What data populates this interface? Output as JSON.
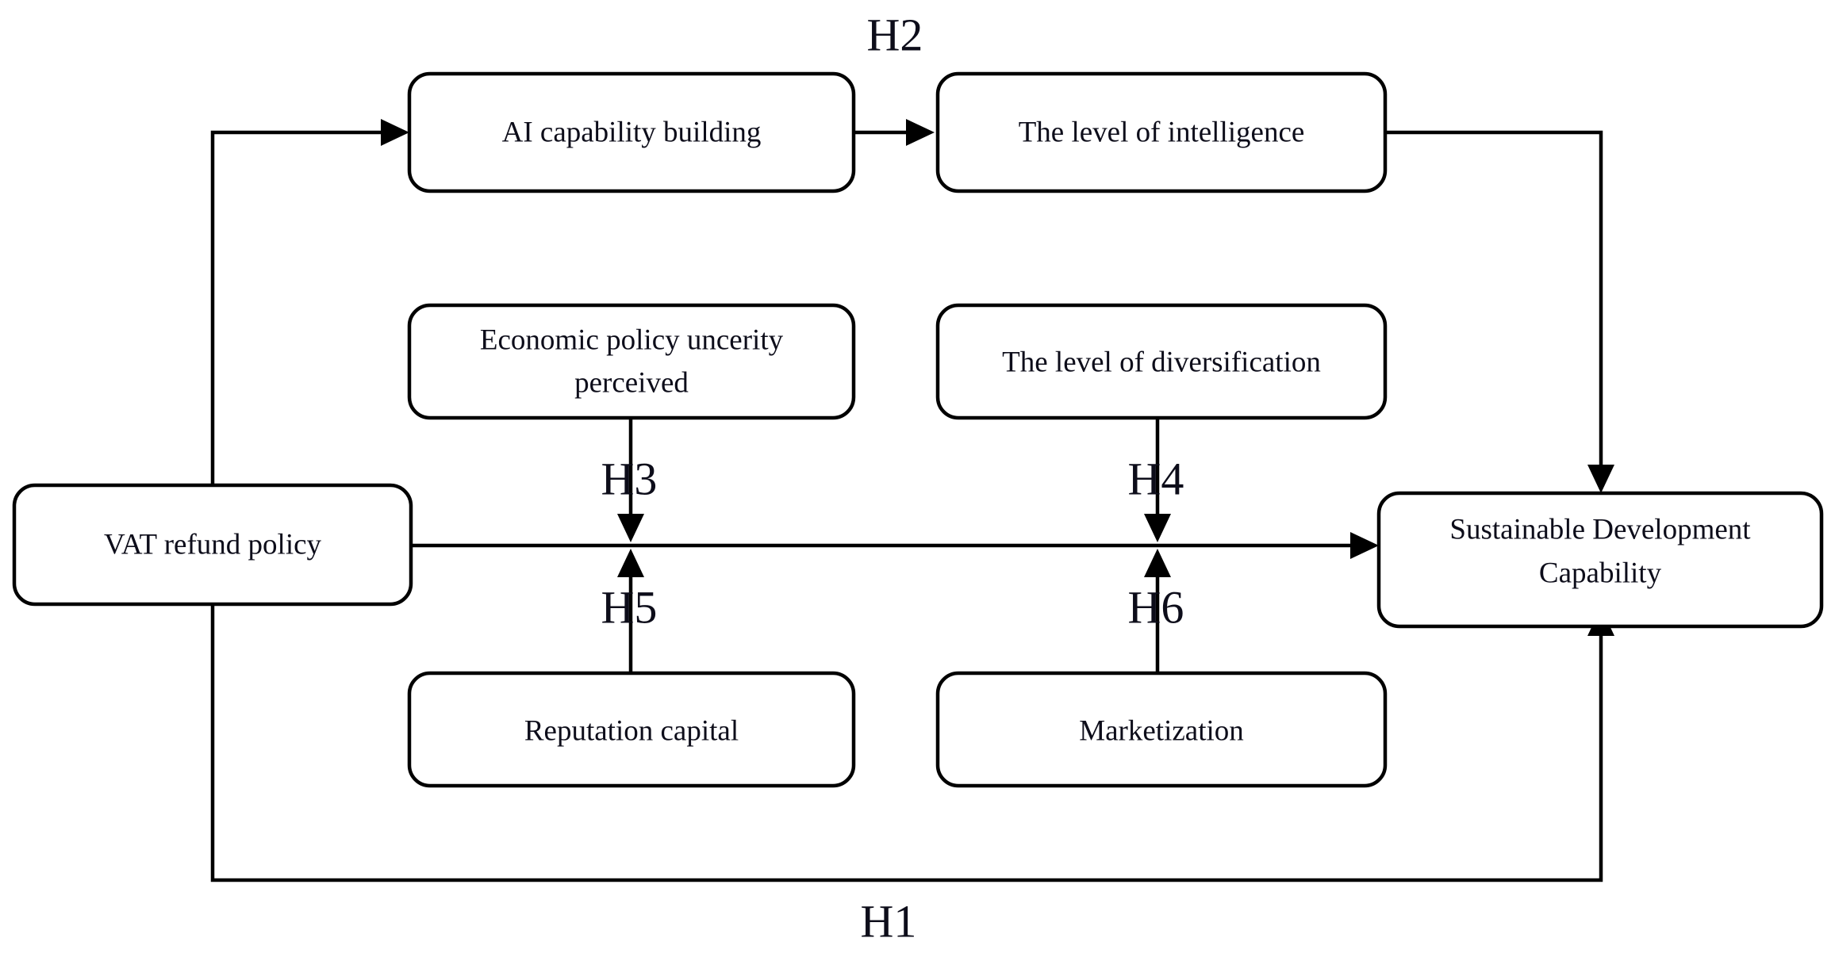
{
  "diagram": {
    "type": "conceptual-research-model",
    "background_color": "#ffffff",
    "line_color": "#000000",
    "text_color": "#0d0d1a",
    "nodes": {
      "ai_capability": {
        "label": "AI capability building"
      },
      "intelligence": {
        "label": "The level of intelligence"
      },
      "epu": {
        "label_line1": "Economic policy uncerity",
        "label_line2": "perceived"
      },
      "diversification": {
        "label": "The level of diversification"
      },
      "vat": {
        "label": "VAT refund policy"
      },
      "sdc": {
        "label_line1": "Sustainable Development",
        "label_line2": "Capability"
      },
      "reputation": {
        "label": "Reputation capital"
      },
      "marketization": {
        "label": "Marketization"
      }
    },
    "hypotheses": {
      "h1": {
        "label": "H1"
      },
      "h2": {
        "label": "H2"
      },
      "h3": {
        "label": "H3"
      },
      "h4": {
        "label": "H4"
      },
      "h5": {
        "label": "H5"
      },
      "h6": {
        "label": "H6"
      }
    }
  }
}
